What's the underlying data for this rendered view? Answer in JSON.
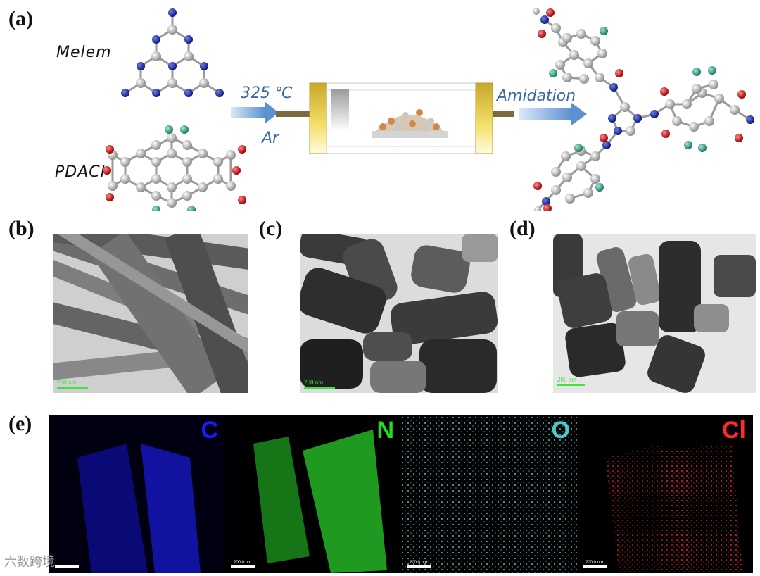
{
  "panels": {
    "a": "(a)",
    "b": "(b)",
    "c": "(c)",
    "d": "(d)",
    "e": "(e)"
  },
  "scheme": {
    "melem_label": "Melem",
    "pdacl_label": "PDACl",
    "temp_label": "325 ℃",
    "gas_label": "Ar",
    "amidation_label": "Amidation"
  },
  "tem": {
    "b_scale": "200 nm",
    "c_scale": "200 nm",
    "d_scale": "200 nm"
  },
  "eds": {
    "maps": [
      {
        "element": "C",
        "color": "#1a1aff"
      },
      {
        "element": "N",
        "color": "#22dd22"
      },
      {
        "element": "O",
        "color": "#4ec9c9"
      },
      {
        "element": "Cl",
        "color": "#ff2a2a"
      }
    ],
    "scale_label": "200.0 nm"
  },
  "watermark": "六数跨境",
  "colors": {
    "carbon": "#c8c8c8",
    "nitrogen": "#1c2fa6",
    "oxygen": "#d81c1c",
    "chlorine": "#3aa892",
    "arrow": "#6aa0d8"
  }
}
